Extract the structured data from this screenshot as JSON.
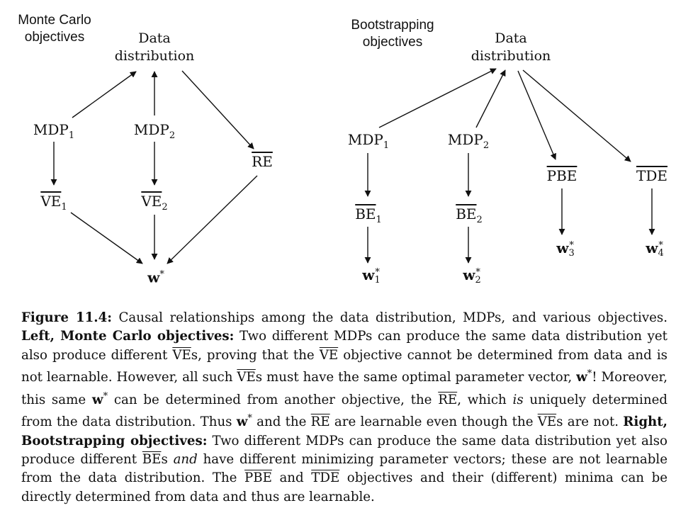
{
  "left": {
    "heading": [
      "Monte Carlo",
      "objectives"
    ],
    "data_node": [
      "Data",
      "distribution"
    ],
    "mdp1": {
      "base": "MDP",
      "sub": "1"
    },
    "mdp2": {
      "base": "MDP",
      "sub": "2"
    },
    "re": "RE",
    "ve1": {
      "base": "VE",
      "sub": "1"
    },
    "ve2": {
      "base": "VE",
      "sub": "2"
    },
    "w": {
      "base": "w",
      "sup": "*"
    }
  },
  "right": {
    "heading": [
      "Bootstrapping",
      "objectives"
    ],
    "data_node": [
      "Data",
      "distribution"
    ],
    "mdp1": {
      "base": "MDP",
      "sub": "1"
    },
    "mdp2": {
      "base": "MDP",
      "sub": "2"
    },
    "pbe": "PBE",
    "tde": "TDE",
    "be1": {
      "base": "BE",
      "sub": "1"
    },
    "be2": {
      "base": "BE",
      "sub": "2"
    },
    "w1": {
      "base": "w",
      "sup": "*",
      "sub": "1"
    },
    "w2": {
      "base": "w",
      "sup": "*",
      "sub": "2"
    },
    "w3": {
      "base": "w",
      "sup": "*",
      "sub": "3"
    },
    "w4": {
      "base": "w",
      "sup": "*",
      "sub": "4"
    }
  },
  "caption": {
    "fig_label": "Figure 11.4:",
    "s1": " Causal relationships among the data distribution, MDPs, and various objectives. ",
    "left_label": "Left, Monte Carlo objectives:",
    "s2": " Two different MDPs can produce the same data distribution yet also produce different ",
    "ve": "VE",
    "s3": "s, proving that the ",
    "s4": " objective cannot be determined from data and is not learnable. However, all such ",
    "s5": "s must have the same optimal parameter vector, ",
    "w": "w",
    "star": "*",
    "s6": "! Moreover, this same ",
    "s7": " can be determined from another objective, the ",
    "re": "RE",
    "s8": ", which ",
    "is": "is",
    "s9": " uniquely determined from the data distribution. Thus ",
    "s10": " and the ",
    "s11": " are learnable even though the ",
    "s12": "s are not. ",
    "right_label": "Right, Bootstrapping objectives:",
    "s13": " Two different MDPs can produce the same data distribution yet also produce different ",
    "be": "BE",
    "s14": "s ",
    "and": "and",
    "s15": " have different minimizing parameter vectors; these are not learnable from the data distribution. The ",
    "pbe": "PBE",
    "s16": " and ",
    "tde": "TDE",
    "s17": " objectives and their (different) minima can be directly determined from data and thus are learnable."
  }
}
